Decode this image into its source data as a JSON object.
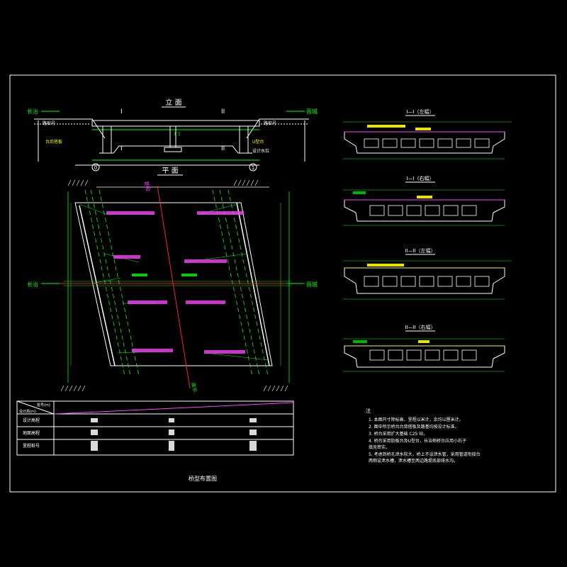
{
  "drawing": {
    "title": "桥型布置图",
    "elevation_title": "立 面",
    "plan_title": "平 面",
    "dir_left": "长治",
    "dir_right": "晋城",
    "dir_top": "晋阳",
    "dir_bottom": "高平",
    "pier_left": "0",
    "pier_right": "1"
  },
  "sections": [
    {
      "label": "I—I（左幅）"
    },
    {
      "label": "I—I（右幅）"
    },
    {
      "label": "II—II（左幅）"
    },
    {
      "label": "II—II（右幅）"
    }
  ],
  "table": {
    "header_top": "桩号(m)",
    "header_bottom": "设计高(m)",
    "rows": [
      "设计高程",
      "地面高程",
      "里程桩号"
    ]
  },
  "notes": {
    "heading": "注",
    "items": [
      "1. 本图尺寸除标高、里程以米计，余均以厘米计。",
      "2. 图中所示桥台台背搭板及路基均按设计标准。",
      "3. 桥台采用扩大基础 C25 砼。",
      "4. 桥台采用肋板台及U型台，长治侧桥台应用小石子",
      "   填充密实。",
      "5. 考虑到桥孔泄水较大，桥上不设泄水管，采用管道衔接台",
      "   两侧设泄水槽，泄水槽至两边路堤底部排水沟。"
    ]
  },
  "colors": {
    "background": "#000000",
    "frame": "#ffffff",
    "dimension": "#00ff00",
    "centerline": "#ff2020",
    "annotation": "#ff40ff",
    "structure": "#ffffff",
    "highlight": "#ffff00",
    "cyan": "#00ffff"
  }
}
